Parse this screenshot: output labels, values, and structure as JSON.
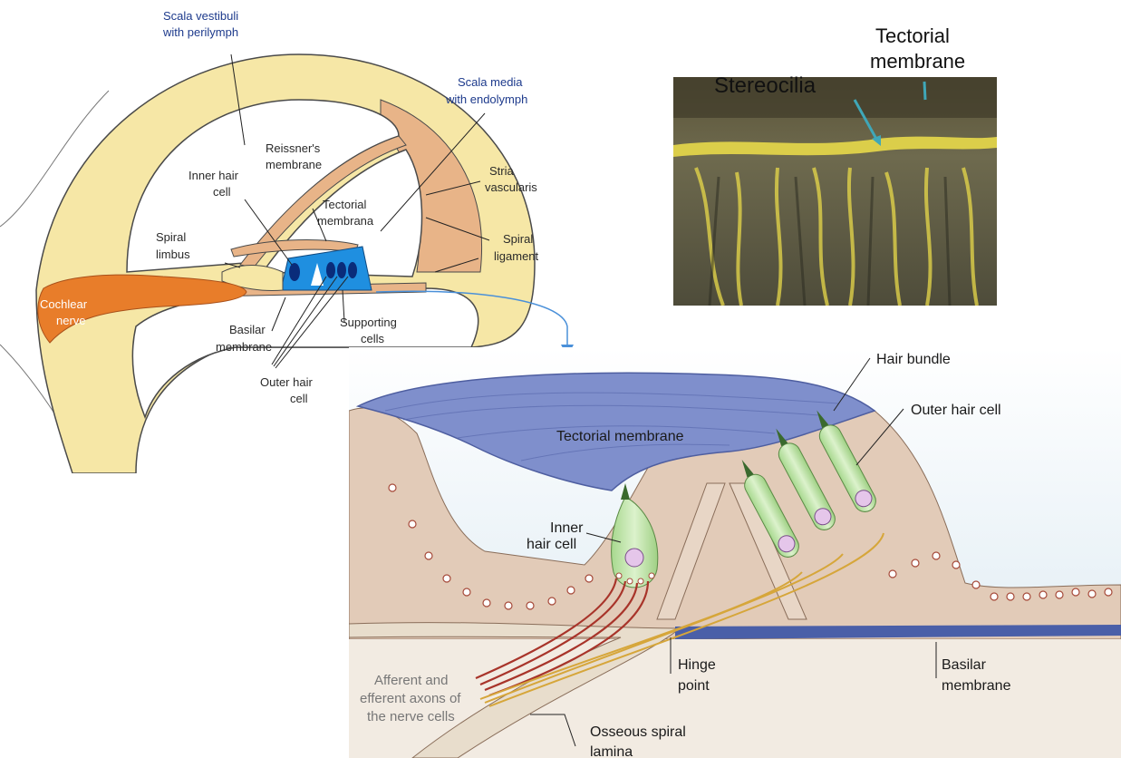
{
  "cochlea_section": {
    "labels": {
      "scala_vestibuli_1": "Scala vestibuli",
      "scala_vestibuli_2": "with perilymph",
      "scala_media_1": "Scala media",
      "scala_media_2": "with endolymph",
      "reissners_1": "Reissner's",
      "reissners_2": "membrane",
      "inner_hair_1": "Inner hair",
      "inner_hair_2": "cell",
      "stria_1": "Stria",
      "stria_2": "vascularis",
      "tectorial_1": "Tectorial",
      "tectorial_2": "membrana",
      "spiral_limbus_1": "Spiral",
      "spiral_limbus_2": "limbus",
      "spiral_ligament_1": "Spiral",
      "spiral_ligament_2": "ligament",
      "cochlear_nerve_1": "Cochlear",
      "cochlear_nerve_2": "nerve",
      "basilar_1": "Basilar",
      "basilar_2": "membrane",
      "supporting_1": "Supporting",
      "supporting_2": "cells",
      "outer_hair_1": "Outer hair",
      "outer_hair_2": "cell"
    },
    "colors": {
      "bone": "#f6e7a6",
      "ligament": "#e8b488",
      "nerve": "#e87d2a",
      "organ": "#1f8fe0",
      "outline": "#4a4a4a"
    }
  },
  "micrograph": {
    "labels": {
      "tectorial_1": "Tectorial",
      "tectorial_2": "membrane",
      "stereocilia": "Stereocilia"
    },
    "colors": {
      "background": "#6b6546",
      "highlight": "#e8d94a",
      "arrow": "#3fa7b8"
    }
  },
  "organ_of_corti": {
    "labels": {
      "hair_bundle": "Hair bundle",
      "outer_hair_cell": "Outer hair cell",
      "tectorial_membrane": "Tectorial membrane",
      "inner_1": "Inner",
      "inner_2": "hair cell",
      "afferent_1": "Afferent and",
      "afferent_2": "efferent axons of",
      "afferent_3": "the nerve cells",
      "hinge_1": "Hinge",
      "hinge_2": "point",
      "basilar_1": "Basilar",
      "basilar_2": "membrane",
      "osseous_1": "Osseous spiral",
      "osseous_2": "lamina"
    },
    "colors": {
      "tissue": "#e2cbb8",
      "tectorial": "#7f8fcc",
      "hair_cell": "#bfe3a8",
      "basilar": "#4a5fa8",
      "axon_red": "#a8342a",
      "axon_yellow": "#d6a63a",
      "connector": "#4a90d9"
    }
  }
}
